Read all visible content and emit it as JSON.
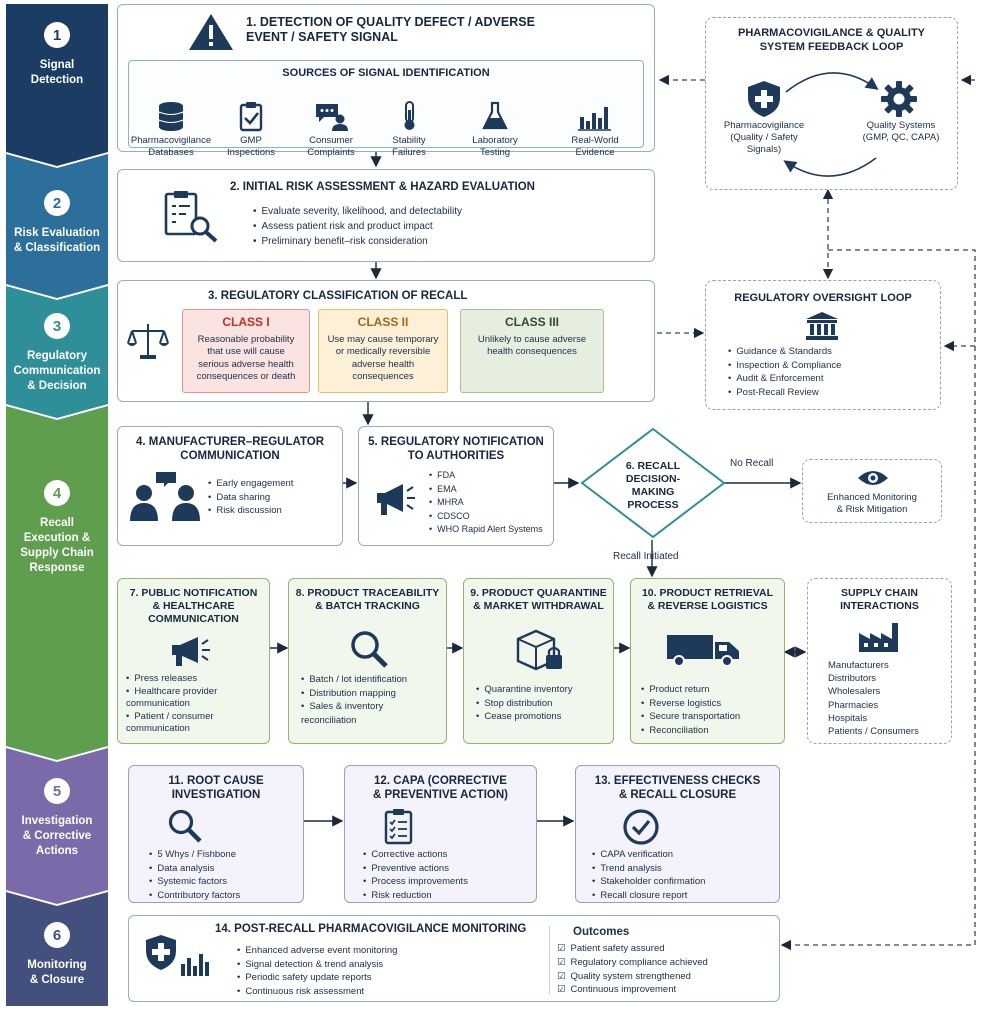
{
  "bands": [
    {
      "num": "1",
      "label": "Signal\nDetection"
    },
    {
      "num": "2",
      "label": "Risk Evaluation\n& Classification"
    },
    {
      "num": "3",
      "label": "Regulatory\nCommunication\n& Decision"
    },
    {
      "num": "4",
      "label": "Recall\nExecution &\nSupply Chain\nResponse"
    },
    {
      "num": "5",
      "label": "Investigation\n& Corrective\nActions"
    },
    {
      "num": "6",
      "label": "Monitoring\n& Closure"
    }
  ],
  "step1": {
    "title": "1. DETECTION OF QUALITY DEFECT / ADVERSE\nEVENT / SAFETY SIGNAL",
    "sources_title": "SOURCES OF SIGNAL IDENTIFICATION",
    "sources": [
      "Pharmacovigilance\nDatabases",
      "GMP\nInspections",
      "Consumer\nComplaints",
      "Stability\nFailures",
      "Laboratory\nTesting",
      "Real-World\nEvidence"
    ]
  },
  "step2": {
    "title": "2. INITIAL RISK ASSESSMENT & HAZARD EVALUATION",
    "bullets": [
      "Evaluate severity, likelihood, and detectability",
      "Assess patient risk and product impact",
      "Preliminary benefit–risk consideration"
    ]
  },
  "step3": {
    "title": "3. REGULATORY CLASSIFICATION OF RECALL",
    "classes": [
      {
        "name": "CLASS I",
        "text": "Reasonable probability\nthat use will cause\nserious adverse health\nconsequences or death"
      },
      {
        "name": "CLASS II",
        "text": "Use may cause temporary\nor medically reversible\nadverse health\nconsequences"
      },
      {
        "name": "CLASS III",
        "text": "Unlikely to cause adverse\nhealth consequences"
      }
    ]
  },
  "feedback": {
    "title": "PHARMACOVIGILANCE & QUALITY\nSYSTEM FEEDBACK LOOP",
    "left": "Pharmacovigilance\n(Quality / Safety\nSignals)",
    "right": "Quality Systems\n(GMP, QC, CAPA)"
  },
  "oversight": {
    "title": "REGULATORY OVERSIGHT LOOP",
    "bullets": [
      "Guidance & Standards",
      "Inspection & Compliance",
      "Audit & Enforcement",
      "Post-Recall Review"
    ]
  },
  "step4": {
    "title": "4. MANUFACTURER–REGULATOR\nCOMMUNICATION",
    "bullets": [
      "Early engagement",
      "Data sharing",
      "Risk discussion"
    ]
  },
  "step5": {
    "title": "5. REGULATORY NOTIFICATION\nTO AUTHORITIES",
    "bullets": [
      "FDA",
      "EMA",
      "MHRA",
      "CDSCO",
      "WHO Rapid Alert Systems"
    ]
  },
  "step6": {
    "title": "6. RECALL\nDECISION-\nMAKING\nPROCESS",
    "no_recall": "No Recall",
    "recall": "Recall Initiated"
  },
  "monitor": {
    "text": "Enhanced Monitoring\n& Risk Mitigation"
  },
  "step7": {
    "title": "7. PUBLIC NOTIFICATION\n& HEALTHCARE\nCOMMUNICATION",
    "bullets": [
      "Press releases",
      "Healthcare provider\ncommunication",
      "Patient / consumer\ncommunication"
    ]
  },
  "step8": {
    "title": "8. PRODUCT TRACEABILITY\n& BATCH TRACKING",
    "bullets": [
      "Batch / lot identification",
      "Distribution mapping",
      "Sales & inventory\nreconciliation"
    ]
  },
  "step9": {
    "title": "9. PRODUCT QUARANTINE\n& MARKET WITHDRAWAL",
    "bullets": [
      "Quarantine inventory",
      "Stop distribution",
      "Cease promotions"
    ]
  },
  "step10": {
    "title": "10. PRODUCT RETRIEVAL\n& REVERSE LOGISTICS",
    "bullets": [
      "Product return",
      "Reverse logistics",
      "Secure transportation",
      "Reconciliation"
    ]
  },
  "supply": {
    "title": "SUPPLY CHAIN\nINTERACTIONS",
    "items": [
      "Manufacturers",
      "Distributors",
      "Wholesalers",
      "Pharmacies",
      "Hospitals",
      "Patients / Consumers"
    ]
  },
  "step11": {
    "title": "11. ROOT CAUSE\nINVESTIGATION",
    "bullets": [
      "5 Whys / Fishbone",
      "Data analysis",
      "Systemic factors",
      "Contributory factors"
    ]
  },
  "step12": {
    "title": "12. CAPA (CORRECTIVE\n& PREVENTIVE ACTION)",
    "bullets": [
      "Corrective actions",
      "Preventive actions",
      "Process improvements",
      "Risk reduction"
    ]
  },
  "step13": {
    "title": "13. EFFECTIVENESS CHECKS\n& RECALL CLOSURE",
    "bullets": [
      "CAPA verification",
      "Trend analysis",
      "Stakeholder confirmation",
      "Recall closure report"
    ]
  },
  "step14": {
    "title": "14. POST-RECALL PHARMACOVIGILANCE MONITORING",
    "bullets": [
      "Enhanced adverse event monitoring",
      "Signal detection & trend analysis",
      "Periodic safety update reports",
      "Continuous risk assessment"
    ],
    "outcomes_title": "Outcomes",
    "outcomes": [
      "Patient safety assured",
      "Regulatory compliance achieved",
      "Quality system strengthened",
      "Continuous improvement"
    ]
  },
  "colors": {
    "band1": "#1c3d63",
    "band2": "#2c6f9b",
    "band3": "#2f8f98",
    "band4": "#5f9e4e",
    "band5": "#7a6aaa",
    "band6": "#434f7c",
    "navy": "#1e3a5a"
  }
}
